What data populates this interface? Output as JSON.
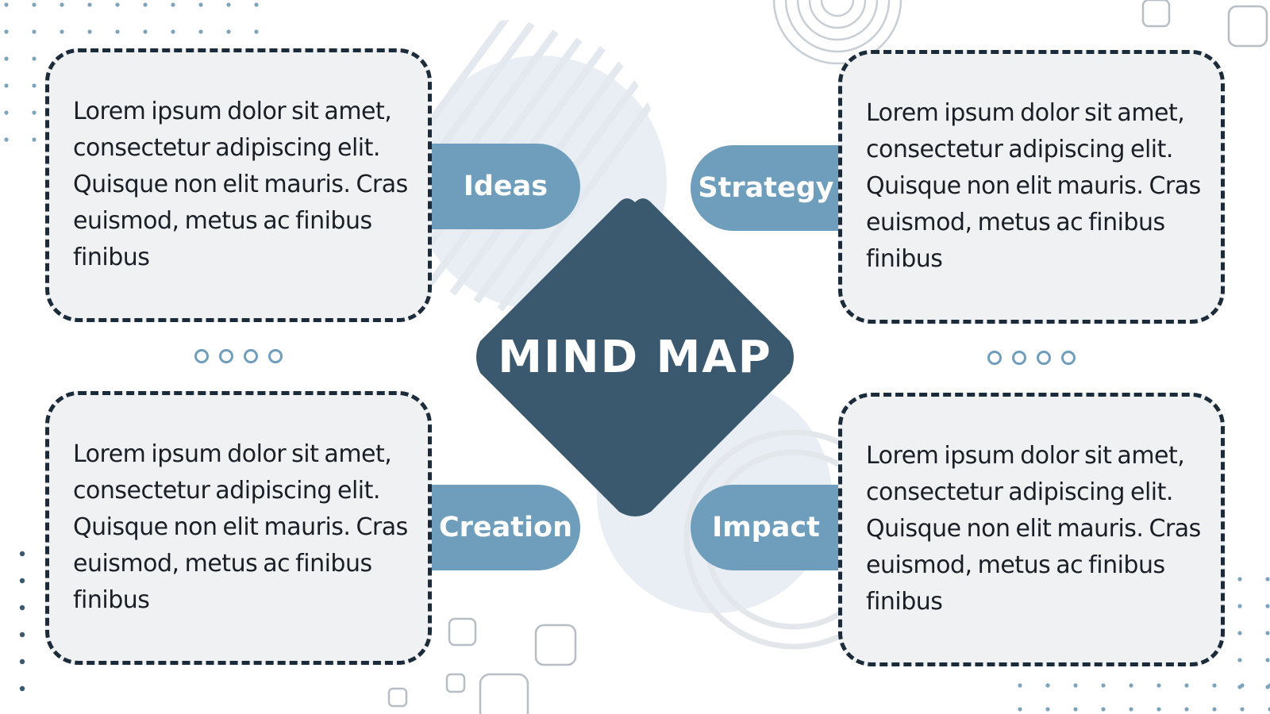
{
  "center": {
    "title": "MIND MAP"
  },
  "branches": [
    {
      "id": "ideas",
      "label": "Ideas",
      "text": "Lorem ipsum dolor sit amet, consectetur adipiscing elit. Quisque non elit mauris. Cras euismod, metus ac finibus finibus"
    },
    {
      "id": "strategy",
      "label": "Strategy",
      "text": "Lorem ipsum dolor sit amet, consectetur adipiscing elit. Quisque non elit mauris. Cras euismod, metus ac finibus finibus"
    },
    {
      "id": "creation",
      "label": "Creation",
      "text": "Lorem ipsum dolor sit amet, consectetur adipiscing elit. Quisque non elit mauris. Cras euismod, metus ac finibus finibus"
    },
    {
      "id": "impact",
      "label": "Impact",
      "text": "Lorem ipsum dolor sit amet, consectetur adipiscing elit. Quisque non elit mauris. Cras euismod, metus ac finibus finibus"
    }
  ],
  "colors": {
    "diamond": "#3a596f",
    "tab": "#6f9dbc",
    "box_fill": "#f0f1f3",
    "box_border": "#1c2b3a",
    "decor": "#e6ecf1"
  }
}
